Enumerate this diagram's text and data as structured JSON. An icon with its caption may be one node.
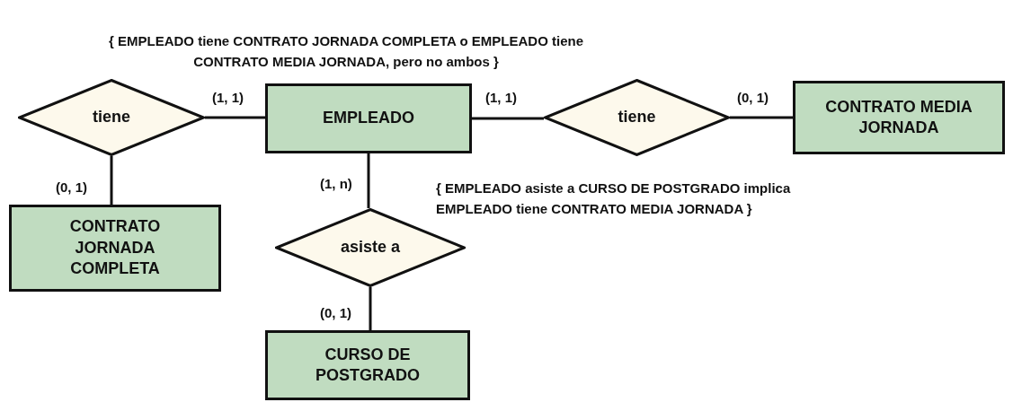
{
  "diagram": {
    "nodes": [
      {
        "text": [
          "tiene"
        ]
      },
      {
        "text": [
          "EMPLEADO"
        ]
      },
      {
        "text": [
          "tiene"
        ]
      },
      {
        "text": [
          "CONTRATO MEDIA JORNADA"
        ]
      },
      {
        "text": [
          "CONTRATO JORNADA COMPLETA"
        ]
      },
      {
        "text": [
          "asiste a"
        ]
      },
      {
        "text": [
          "CURSO DE POSTGRADO"
        ]
      }
    ],
    "edges": [
      {
        "from": 0,
        "to": 1,
        "arrow": "none",
        "label": "(1, 1)"
      },
      {
        "from": 0,
        "to": 4,
        "arrow": "none",
        "label": "(0, 1)"
      },
      {
        "from": 1,
        "to": 2,
        "arrow": "none",
        "label": "(1, 1)"
      },
      {
        "from": 2,
        "to": 3,
        "arrow": "none",
        "label": "(0, 1)"
      },
      {
        "from": 1,
        "to": 5,
        "arrow": "none",
        "label": "(1, n)"
      },
      {
        "from": 5,
        "to": 6,
        "arrow": "none",
        "label": "(0, 1)"
      }
    ],
    "labels": [
      "{ EMPLEADO tiene CONTRATO JORNADA COMPLETA o EMPLEADO tiene CONTRATO MEDIA JORNADA, pero no ambos }",
      "{ EMPLEADO asiste a CURSO DE POSTGRADO implica EMPLEADO tiene CONTRATO MEDIA JORNADA }"
    ]
  }
}
